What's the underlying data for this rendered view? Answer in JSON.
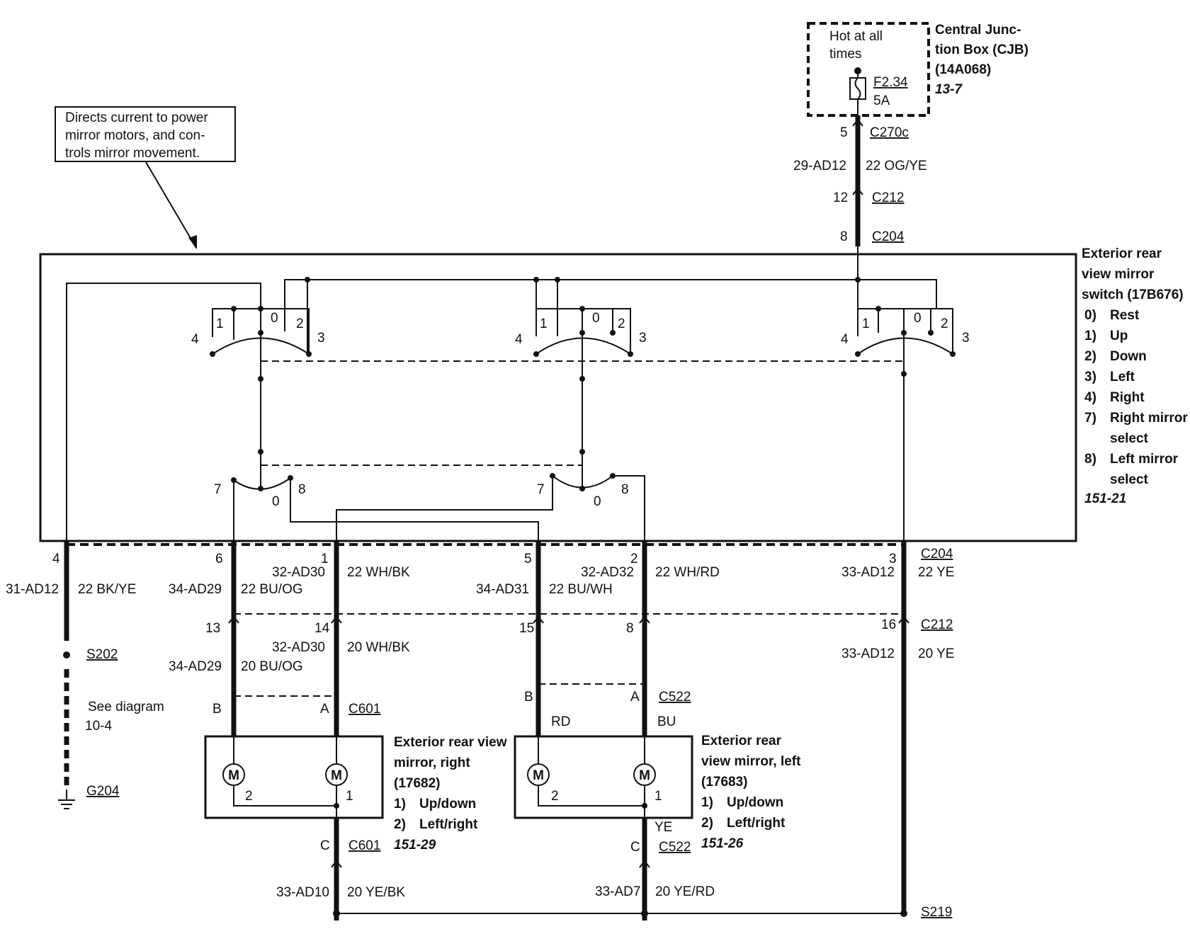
{
  "cjb": {
    "note_line1": "Hot at all",
    "note_line2": "times",
    "fuse_id": "F2.34",
    "fuse_rating": "5A",
    "title_line1": "Central Junc-",
    "title_line2": "tion Box (CJB)",
    "title_line3": "(14A068)",
    "ref": "13-7"
  },
  "callout": {
    "line1": "Directs current to power",
    "line2": "mirror motors, and con-",
    "line3": "trols mirror movement."
  },
  "feed": {
    "pin_c270c": "5",
    "conn_c270c": "C270c",
    "circuit": "29-AD12",
    "wire": "22 OG/YE",
    "pin_c212": "12",
    "conn_c212": "C212",
    "pin_c204": "8",
    "conn_c204": "C204"
  },
  "switch": {
    "title_line1": "Exterior rear",
    "title_line2": "view mirror",
    "title_line3": "switch (17B676)",
    "legend": [
      {
        "num": "0)",
        "text": "Rest"
      },
      {
        "num": "1)",
        "text": "Up"
      },
      {
        "num": "2)",
        "text": "Down"
      },
      {
        "num": "3)",
        "text": "Left"
      },
      {
        "num": "4)",
        "text": "Right"
      },
      {
        "num": "7)",
        "text": "Right mirror"
      },
      {
        "num": "",
        "text": "select"
      },
      {
        "num": "8)",
        "text": "Left mirror"
      },
      {
        "num": "",
        "text": "select"
      }
    ],
    "ref": "151-21",
    "pos": {
      "p0": "0",
      "p1": "1",
      "p2": "2",
      "p3": "3",
      "p4": "4",
      "p7": "7",
      "p8": "8"
    }
  },
  "wires": {
    "w4": {
      "pin": "4",
      "circuit": "31-AD12",
      "wire": "22 BK/YE"
    },
    "w6": {
      "pin": "6",
      "circuit": "34-AD29",
      "wire": "22 BU/OG"
    },
    "w1": {
      "pin": "1",
      "circuit": "32-AD30",
      "wire": "22 WH/BK"
    },
    "w5": {
      "pin": "5",
      "circuit": "34-AD31",
      "wire": "22 BU/WH"
    },
    "w2": {
      "pin": "2",
      "circuit": "32-AD32",
      "wire": "22 WH/RD"
    },
    "w3": {
      "pin": "3",
      "circuit": "33-AD12",
      "wire": "22 YE",
      "conn": "C204"
    },
    "c212": {
      "p13": "13",
      "p14": "14",
      "p15": "15",
      "p8": "8",
      "p16": "16",
      "conn": "C212",
      "circ14": "32-AD30",
      "wire14": "20 WH/BK",
      "circ13": "34-AD29",
      "wire13": "20 BU/OG",
      "circ16": "33-AD12",
      "wire16": "20 YE"
    }
  },
  "ground": {
    "splice": "S202",
    "see_line1": "See diagram",
    "see_line2": "10-4",
    "ground": "G204"
  },
  "right_mirror": {
    "pinB": "B",
    "pinA": "A",
    "conn": "C601",
    "title_line1": "Exterior rear view",
    "title_line2": "mirror, right",
    "title_line3": "(17682)",
    "item1_num": "1)",
    "item1": "Up/down",
    "item2_num": "2)",
    "item2": "Left/right",
    "ref": "151-29",
    "m": "M",
    "t2": "2",
    "t1": "1",
    "pinC": "C",
    "connC": "C601",
    "circuit": "33-AD10",
    "wire": "20 YE/BK"
  },
  "left_mirror": {
    "pinB": "B",
    "pinA": "A",
    "conn": "C522",
    "rd": "RD",
    "bu": "BU",
    "title_line1": "Exterior rear",
    "title_line2": "view mirror, left",
    "title_line3": "(17683)",
    "item1_num": "1)",
    "item1": "Up/down",
    "item2_num": "2)",
    "item2": "Left/right",
    "ref": "151-26",
    "m": "M",
    "t2": "2",
    "t1": "1",
    "ye": "YE",
    "pinC": "C",
    "connC": "C522",
    "circuit": "33-AD7",
    "wire": "20 YE/RD"
  },
  "splice_bottom": "S219"
}
